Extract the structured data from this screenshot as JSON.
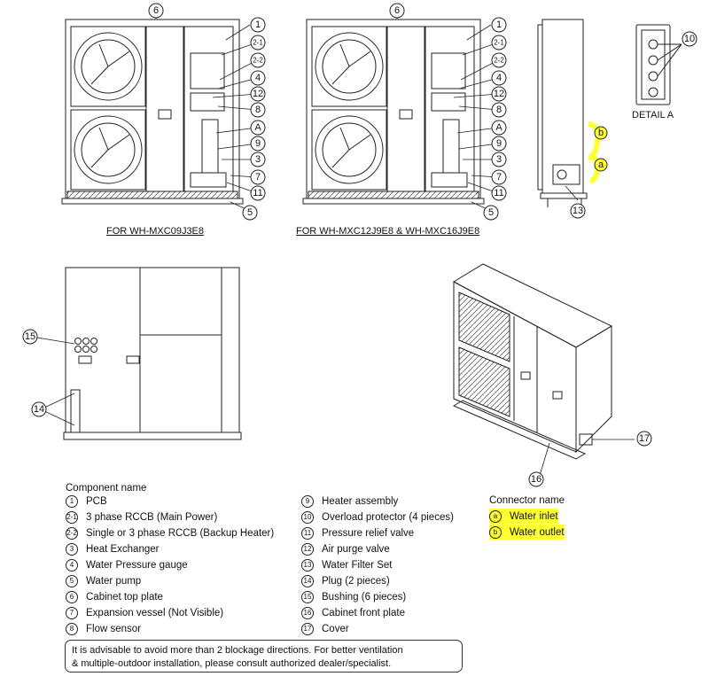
{
  "views": {
    "model_a_caption": "FOR WH-MXC09J3E8",
    "model_b_caption": "FOR WH-MXC12J9E8 & WH-MXC16J9E8",
    "detail_caption": "DETAIL A"
  },
  "callouts": [
    "6",
    "1",
    "2-1",
    "2-2",
    "4",
    "12",
    "8",
    "A",
    "9",
    "3",
    "7",
    "11",
    "5",
    "10",
    "b",
    "a",
    "13",
    "15",
    "14",
    "17",
    "16"
  ],
  "component_heading": "Component name",
  "components_left": [
    {
      "num": "1",
      "name": "PCB"
    },
    {
      "num": "2-1",
      "name": "3 phase RCCB (Main Power)"
    },
    {
      "num": "2-2",
      "name": "Single or 3 phase RCCB (Backup Heater)"
    },
    {
      "num": "3",
      "name": "Heat Exchanger"
    },
    {
      "num": "4",
      "name": "Water Pressure gauge"
    },
    {
      "num": "5",
      "name": "Water pump"
    },
    {
      "num": "6",
      "name": "Cabinet top plate"
    },
    {
      "num": "7",
      "name": "Expansion vessel (Not Visible)"
    },
    {
      "num": "8",
      "name": "Flow sensor"
    }
  ],
  "components_right": [
    {
      "num": "9",
      "name": "Heater assembly"
    },
    {
      "num": "10",
      "name": "Overload protector (4 pieces)"
    },
    {
      "num": "11",
      "name": "Pressure relief valve"
    },
    {
      "num": "12",
      "name": "Air purge valve"
    },
    {
      "num": "13",
      "name": "Water Filter Set"
    },
    {
      "num": "14",
      "name": "Plug (2 pieces)"
    },
    {
      "num": "15",
      "name": "Bushing (6 pieces)"
    },
    {
      "num": "16",
      "name": "Cabinet front plate"
    },
    {
      "num": "17",
      "name": "Cover"
    }
  ],
  "connector_heading": "Connector name",
  "connectors": [
    {
      "num": "a",
      "name": "Water inlet"
    },
    {
      "num": "b",
      "name": "Water outlet"
    }
  ],
  "note_line1": "It is advisable to avoid more than 2 blockage directions. For better ventilation",
  "note_line2": "& multiple-outdoor installation, please consult authorized dealer/specialist.",
  "colors": {
    "highlight": "#ffff33",
    "line": "#222222"
  }
}
